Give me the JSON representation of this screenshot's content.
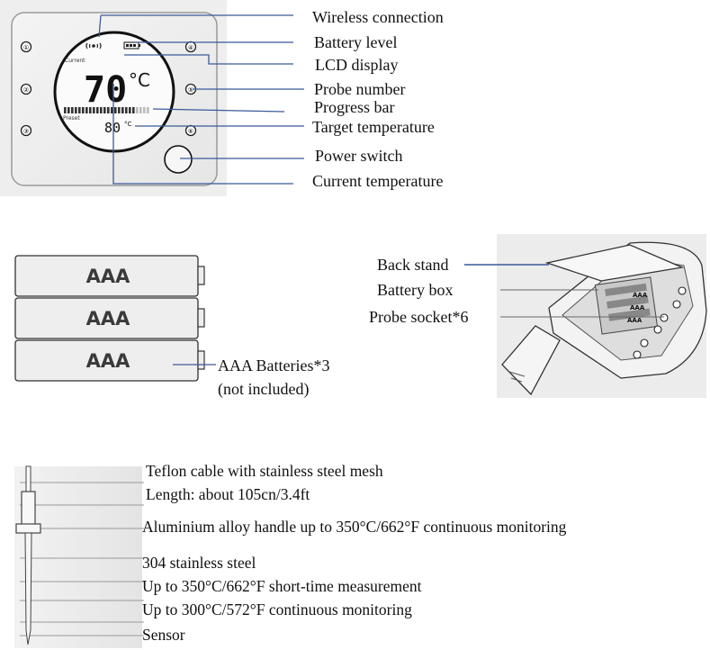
{
  "panel1": {
    "screen": {
      "current_caption": "Current",
      "current_temp": "70",
      "current_unit": "°C",
      "preset_caption": "Preset",
      "target_temp": "80",
      "target_unit": "°C"
    },
    "probe_numbers": [
      "①",
      "②",
      "③",
      "④",
      "⑤",
      "⑥"
    ],
    "labels": {
      "wireless": "Wireless connection",
      "battery": "Battery level",
      "lcd": "LCD display",
      "probe_number": "Probe number",
      "progress": "Progress bar",
      "target": "Target temperature",
      "power": "Power switch",
      "current": "Current temperature"
    }
  },
  "panel2": {
    "battery_text": "AAA",
    "label_line1": "AAA Batteries*3",
    "label_line2": "(not included)"
  },
  "panel3": {
    "labels": {
      "back_stand": "Back stand",
      "battery_box": "Battery box",
      "probe_socket": "Probe socket*6"
    },
    "tag_aaa": "AAA"
  },
  "panel4": {
    "cable_line1": "Teflon cable with stainless steel mesh",
    "cable_line2": "Length: about 105cn/3.4ft",
    "handle": "Aluminium alloy handle up to 350°C/662°F  continuous monitoring",
    "steel": "304 stainless steel",
    "short_time": "Up to 350°C/662°F short-time measurement",
    "continuous": "Up to 300°C/572°F continuous monitoring",
    "sensor": "Sensor"
  }
}
